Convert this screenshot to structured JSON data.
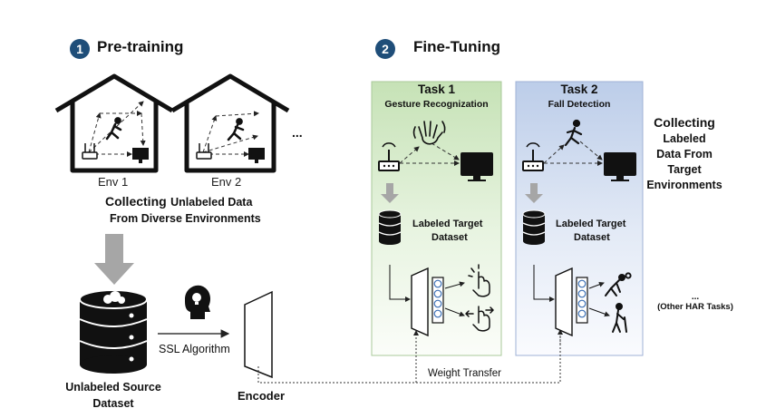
{
  "pretraining": {
    "step_number": "1",
    "title": "Pre-training",
    "env1_label": "Env 1",
    "env2_label": "Env 2",
    "more_envs": "...",
    "collecting_word": "Collecting",
    "collecting_rest": "Unlabeled Data",
    "collecting_line2": "From Diverse Environments",
    "source_dataset_line1": "Unlabeled Source",
    "source_dataset_line2": "Dataset",
    "ssl_label": "SSL Algorithm",
    "encoder_label": "Encoder"
  },
  "finetuning": {
    "step_number": "2",
    "title": "Fine-Tuning",
    "task1": {
      "title": "Task 1",
      "subtitle": "Gesture Recognization",
      "dataset_line1": "Labeled Target",
      "dataset_line2": "Dataset",
      "color": "#cfe6c4"
    },
    "task2": {
      "title": "Task 2",
      "subtitle": "Fall Detection",
      "dataset_line1": "Labeled Target",
      "dataset_line2": "Dataset",
      "color": "#c9d6ee"
    },
    "collecting_line1": "Collecting",
    "collecting_line2": "Labeled",
    "collecting_line3": "Data From",
    "collecting_line4": "Target",
    "collecting_line5": "Environments",
    "other_dots": "...",
    "other_tasks": "(Other HAR Tasks)",
    "weight_transfer": "Weight Transfer"
  }
}
